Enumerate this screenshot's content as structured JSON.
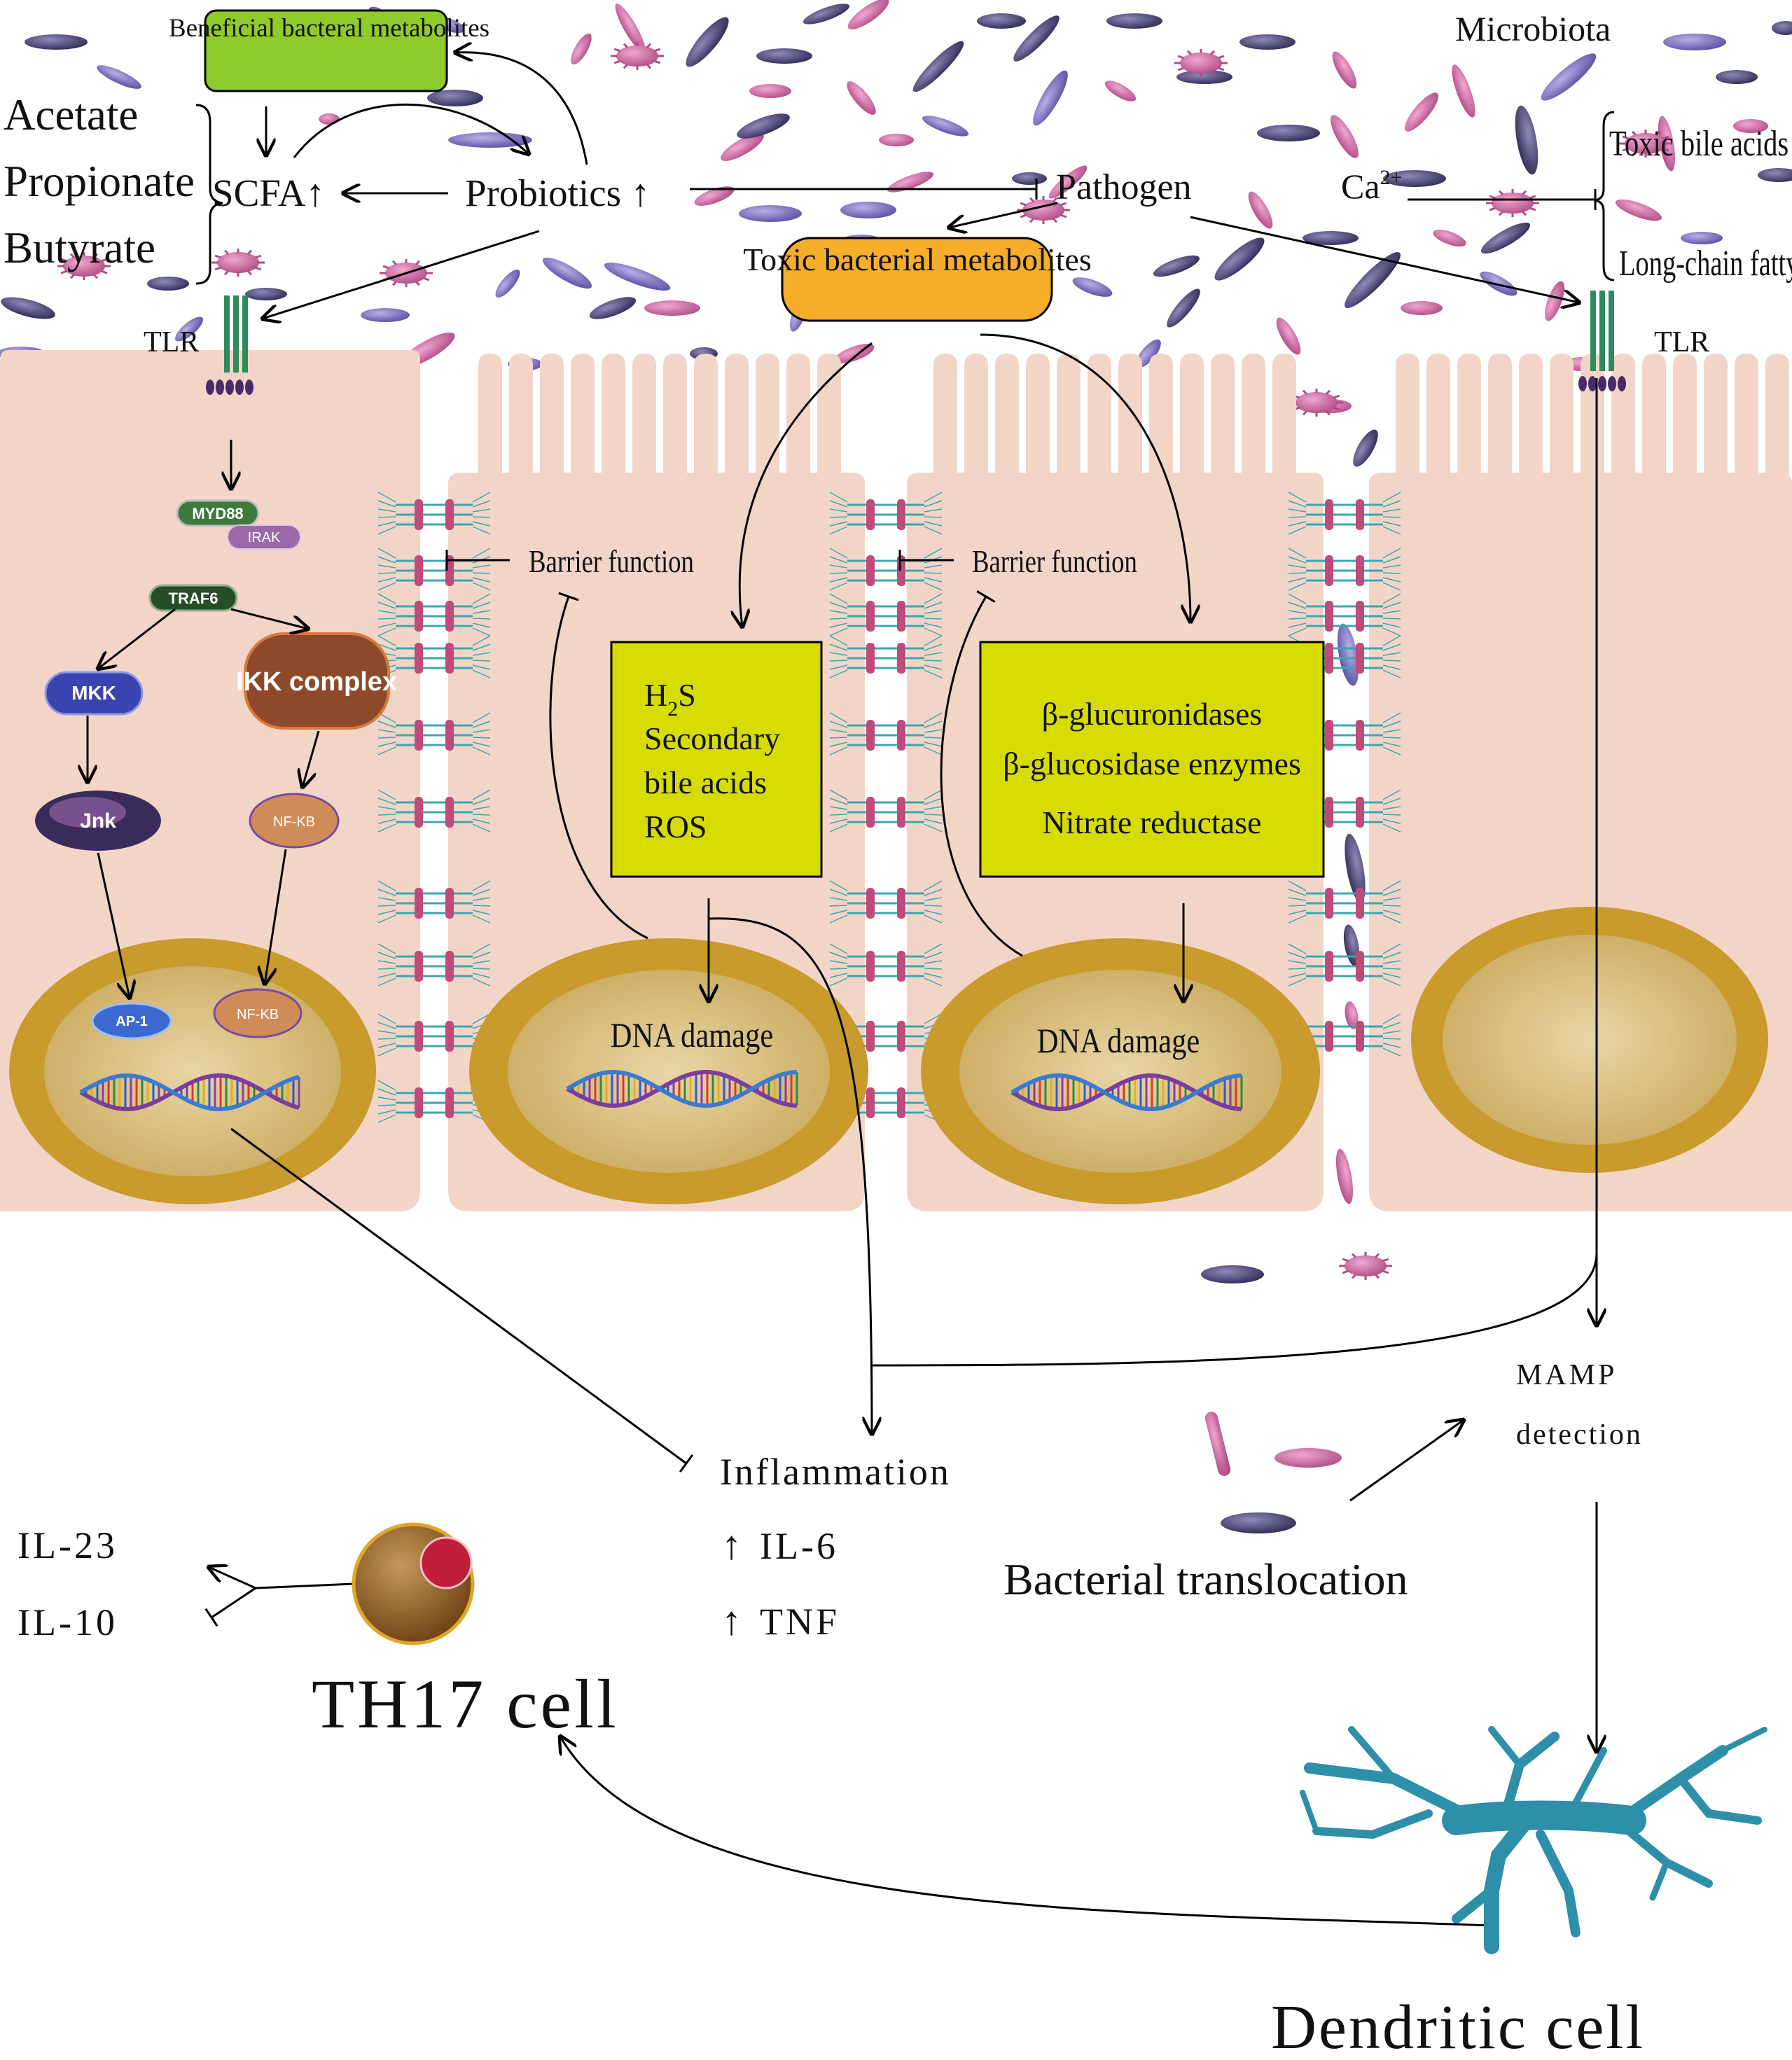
{
  "microbiota": {
    "label": "Microbiota",
    "beneficial_metabolites": "Beneficial bacteral metabolites",
    "scfa_list": [
      "Acetate",
      "Propionate",
      "Butyrate"
    ],
    "scfa": "SCFA↑",
    "probiotics": "Probiotics ↑",
    "pathogen": "Pathogen",
    "toxic_metabolites": "Toxic bacterial metabolites",
    "calcium": "Ca",
    "calcium_sup": "2+",
    "toxic_bile_acids": "Toxic bile acids",
    "long_chain_fatty": "Long-chain fatty"
  },
  "receptors": {
    "tlr_left": "TLR",
    "tlr_right": "TLR"
  },
  "signaling": {
    "myd88": "MYD88",
    "irak": "IRAK",
    "traf6": "TRAF6",
    "mkk": "MKK",
    "ikk": "IKK complex",
    "jnk": "Jnk",
    "nfkb": "NF-KB",
    "ap1": "AP-1",
    "nfkb_nucleus": "NF-KB"
  },
  "epithelium": {
    "barrier_1": "Barrier function",
    "barrier_2": "Barrier function",
    "box1": {
      "h2s_h": "H",
      "h2s_sub": "2",
      "h2s_s": "S",
      "line2": "Secondary",
      "line3": "bile acids",
      "line4": "ROS"
    },
    "box2": [
      "β-glucuronidases",
      "β-glucosidase enzymes",
      "Nitrate reductase"
    ],
    "dna_damage_1": "DNA damage",
    "dna_damage_2": "DNA damage"
  },
  "immune": {
    "inflammation": "Inflammation",
    "il6": "IL-6",
    "tnf": "TNF",
    "up_arrow": "↑",
    "il23": "IL-23",
    "il10": "IL-10",
    "th17": "TH17  cell",
    "mamp_1": "MAMP",
    "mamp_2": "detection",
    "translocation": "Bacterial translocation",
    "dendritic": "Dendritic cell"
  },
  "colors": {
    "cell_fill": "#f3d5c8",
    "nucleus_ring": "#c99a2c",
    "nucleus_core": "#d9c08a",
    "yellow_box": "#d7dc00",
    "green_box": "#8fcb2a",
    "orange_box": "#f5ad2a",
    "dendritic": "#2e8fa8",
    "bacteria_purple": "#7a6ab0",
    "bacteria_pink": "#c0578f",
    "bacteria_dark": "#3f3a68"
  }
}
